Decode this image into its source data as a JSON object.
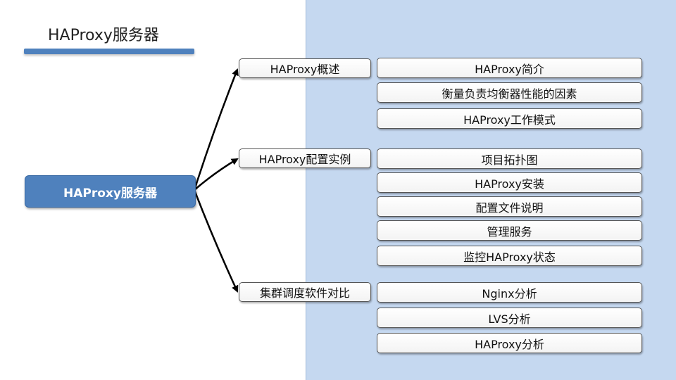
{
  "title": "HAProxy服务器",
  "root": {
    "label": "HAProxy服务器"
  },
  "branches": [
    {
      "label": "HAProxy概述",
      "children": [
        "HAProxy简介",
        "衡量负责均衡器性能的因素",
        "HAProxy工作模式"
      ]
    },
    {
      "label": "HAProxy配置实例",
      "children": [
        "项目拓扑图",
        "HAProxy安装",
        "配置文件说明",
        "管理服务",
        "监控HAProxy状态"
      ]
    },
    {
      "label": "集群调度软件对比",
      "children": [
        "Nginx分析",
        "LVS分析",
        "HAProxy分析"
      ]
    }
  ],
  "colors": {
    "accent": "#4f81bd",
    "panel": "#c5d8f0"
  }
}
